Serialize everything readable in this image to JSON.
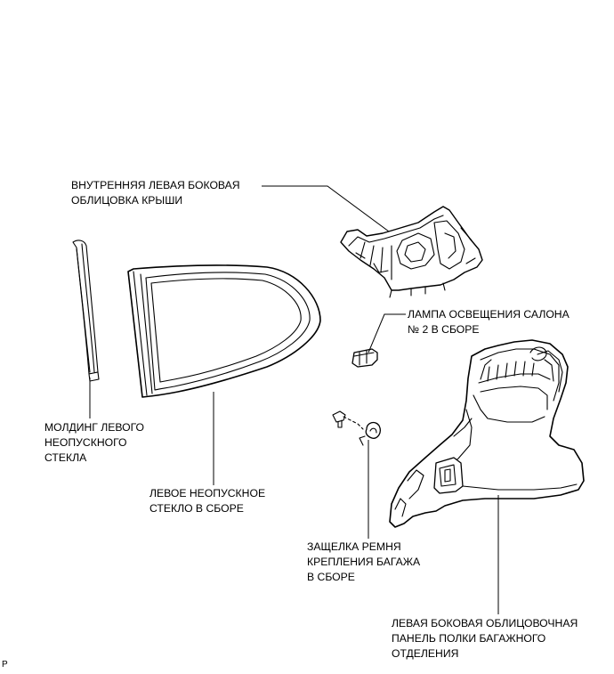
{
  "labels": {
    "roof_side_inner_garnish": [
      "ВНУТРЕННЯЯ ЛЕВАЯ БОКОВАЯ",
      "ОБЛИЦОВКА КРЫШИ"
    ],
    "room_lamp": [
      "ЛАМПА ОСВЕЩЕНИЯ САЛОНА",
      "№ 2 В СБОРЕ"
    ],
    "glass_moulding": [
      "МОЛДИНГ ЛЕВОГО",
      "НЕОПУСКНОГО",
      "СТЕКЛА"
    ],
    "quarter_glass": [
      "ЛЕВОЕ НЕОПУСКНОЕ",
      "СТЕКЛО В СБОРЕ"
    ],
    "luggage_hook": [
      "ЗАЩЕЛКА РЕМНЯ",
      "КРЕПЛЕНИЯ БАГАЖА",
      "В СБОРЕ"
    ],
    "deck_trim_panel": [
      "ЛЕВАЯ БОКОВАЯ ОБЛИЦОВОЧНАЯ",
      "ПАНЕЛЬ ПОЛКИ БАГАЖНОГО",
      "ОТДЕЛЕНИЯ"
    ]
  },
  "figure_code": "P",
  "colors": {
    "line": "#000000",
    "background": "#ffffff",
    "panel_fill": "#f2f2f2"
  }
}
